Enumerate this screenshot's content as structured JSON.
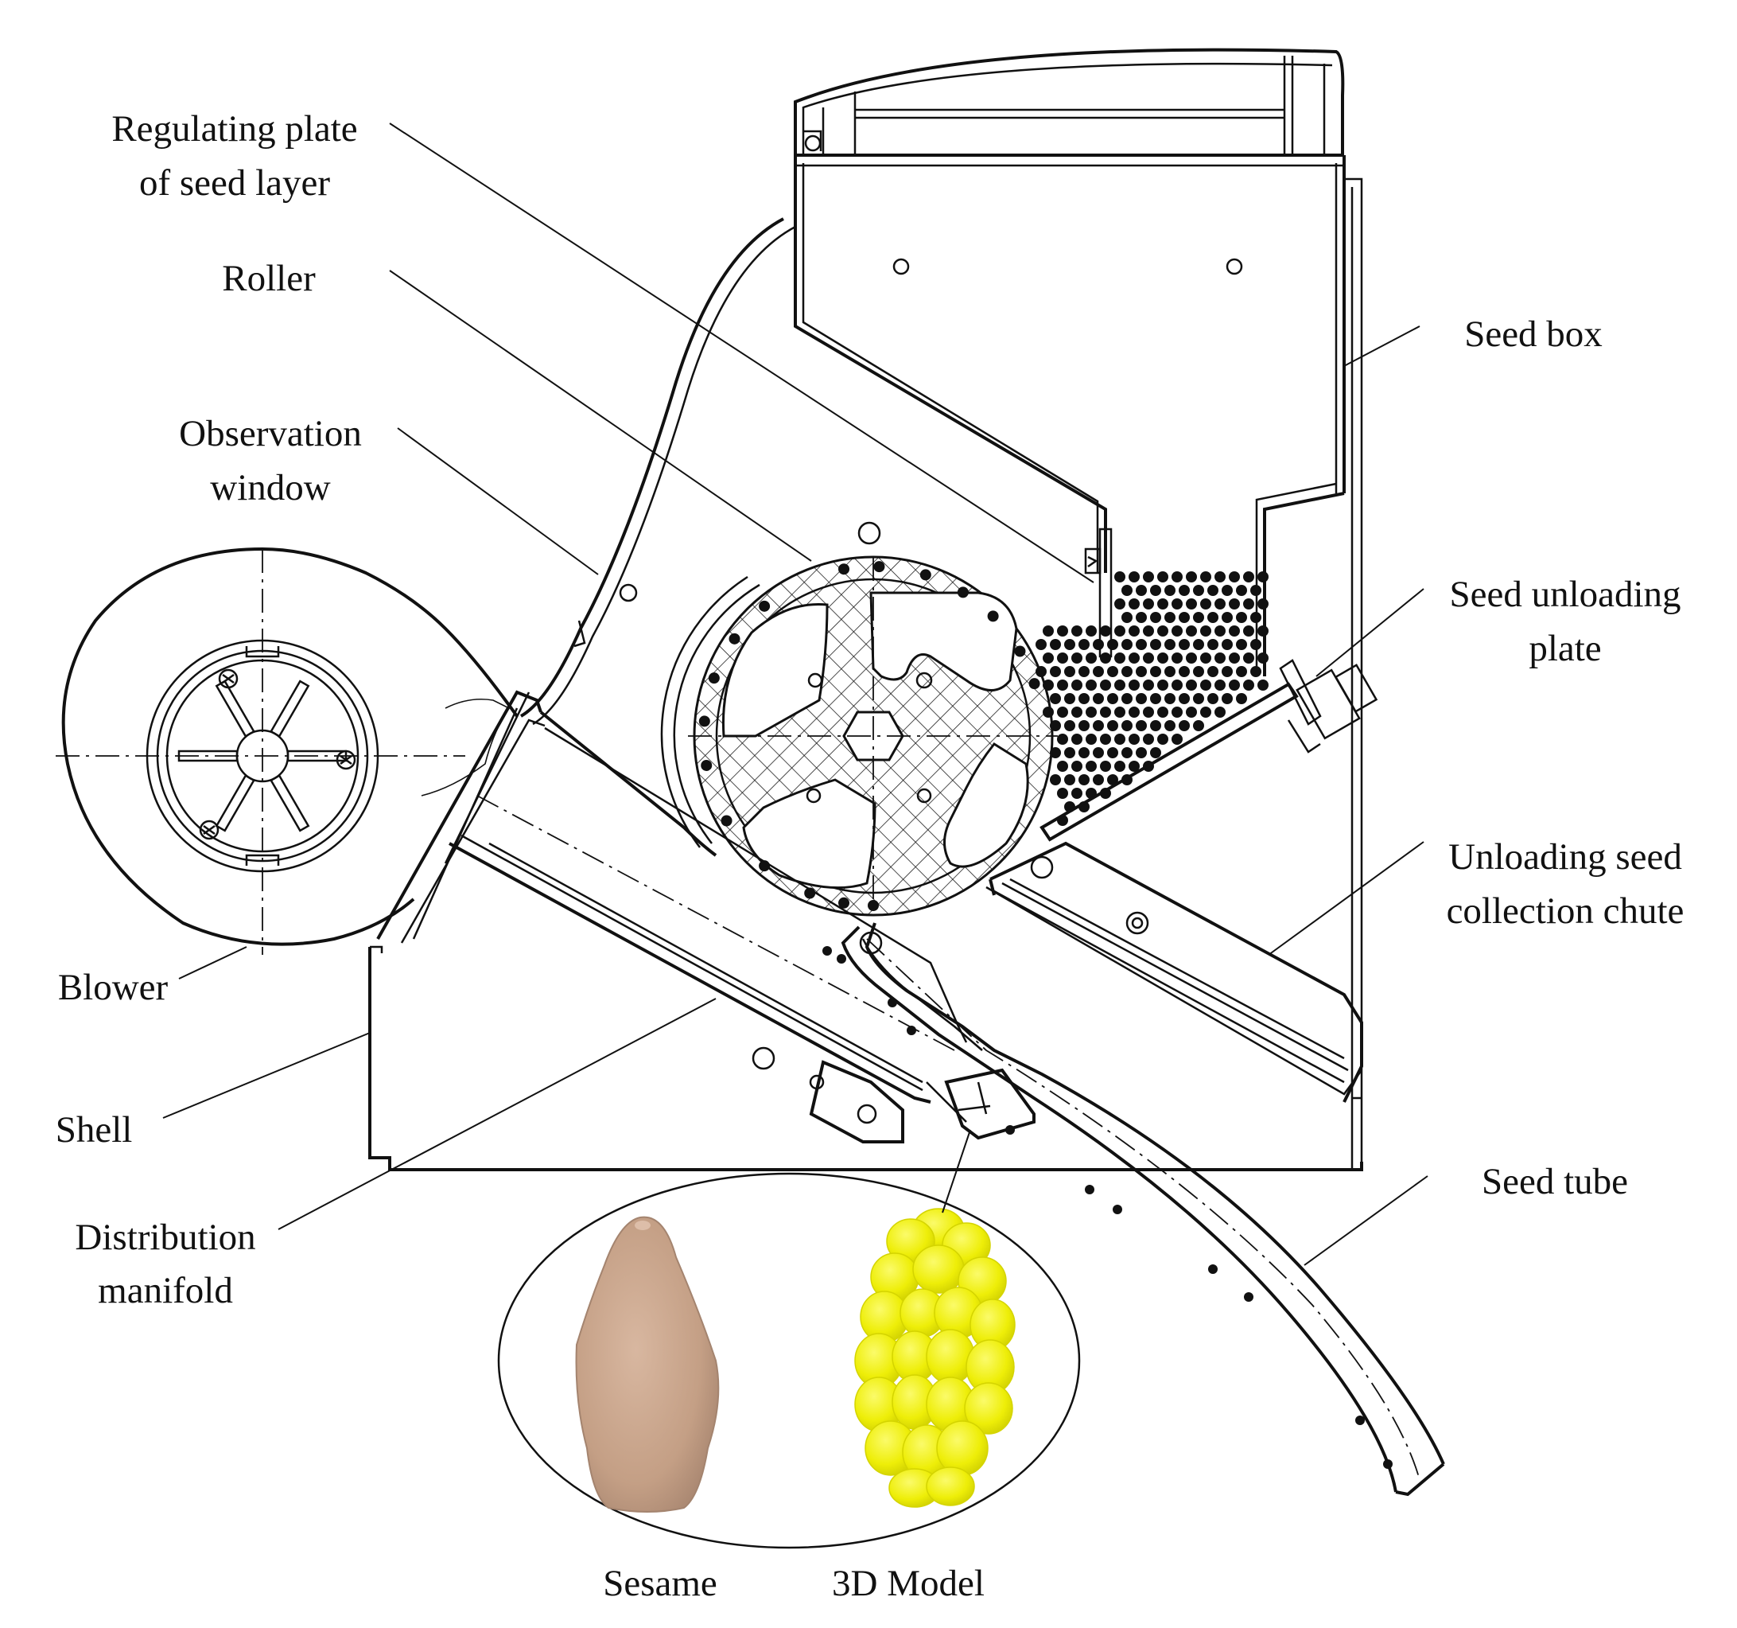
{
  "labels": {
    "regulating_plate_1": "Regulating plate",
    "regulating_plate_2": "of seed layer",
    "roller": "Roller",
    "observation_window_1": "Observation",
    "observation_window_2": "window",
    "blower": "Blower",
    "shell": "Shell",
    "distribution_manifold_1": "Distribution",
    "distribution_manifold_2": "manifold",
    "seed_box": "Seed box",
    "seed_unloading_plate_1": "Seed unloading",
    "seed_unloading_plate_2": "plate",
    "unloading_chute_1": "Unloading seed",
    "unloading_chute_2": "collection chute",
    "seed_tube": "Seed tube",
    "sesame": "Sesame",
    "model_3d": "3D Model"
  },
  "colors": {
    "line": "#111111",
    "sesame_seed": "#c9a58c",
    "model_seed": "#f2f20c",
    "background": "#ffffff"
  }
}
